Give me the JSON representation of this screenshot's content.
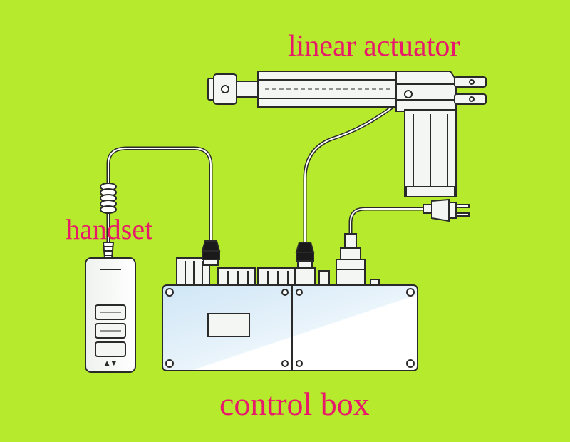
{
  "labels": {
    "linear_actuator": "linear actuator",
    "handset": "handset",
    "control_box": "control box"
  },
  "handset_buttons": [
    {
      "name": "handset-button-1",
      "symbol": ""
    },
    {
      "name": "handset-button-2",
      "symbol": ""
    },
    {
      "name": "handset-button-3",
      "symbol": "▲ ▼"
    }
  ],
  "colors": {
    "background": "#b6ea2c",
    "label": "#e8196b",
    "outline": "#2a2a2a",
    "device_fill": "#f4f6f4",
    "glass": "#d8eefa"
  }
}
